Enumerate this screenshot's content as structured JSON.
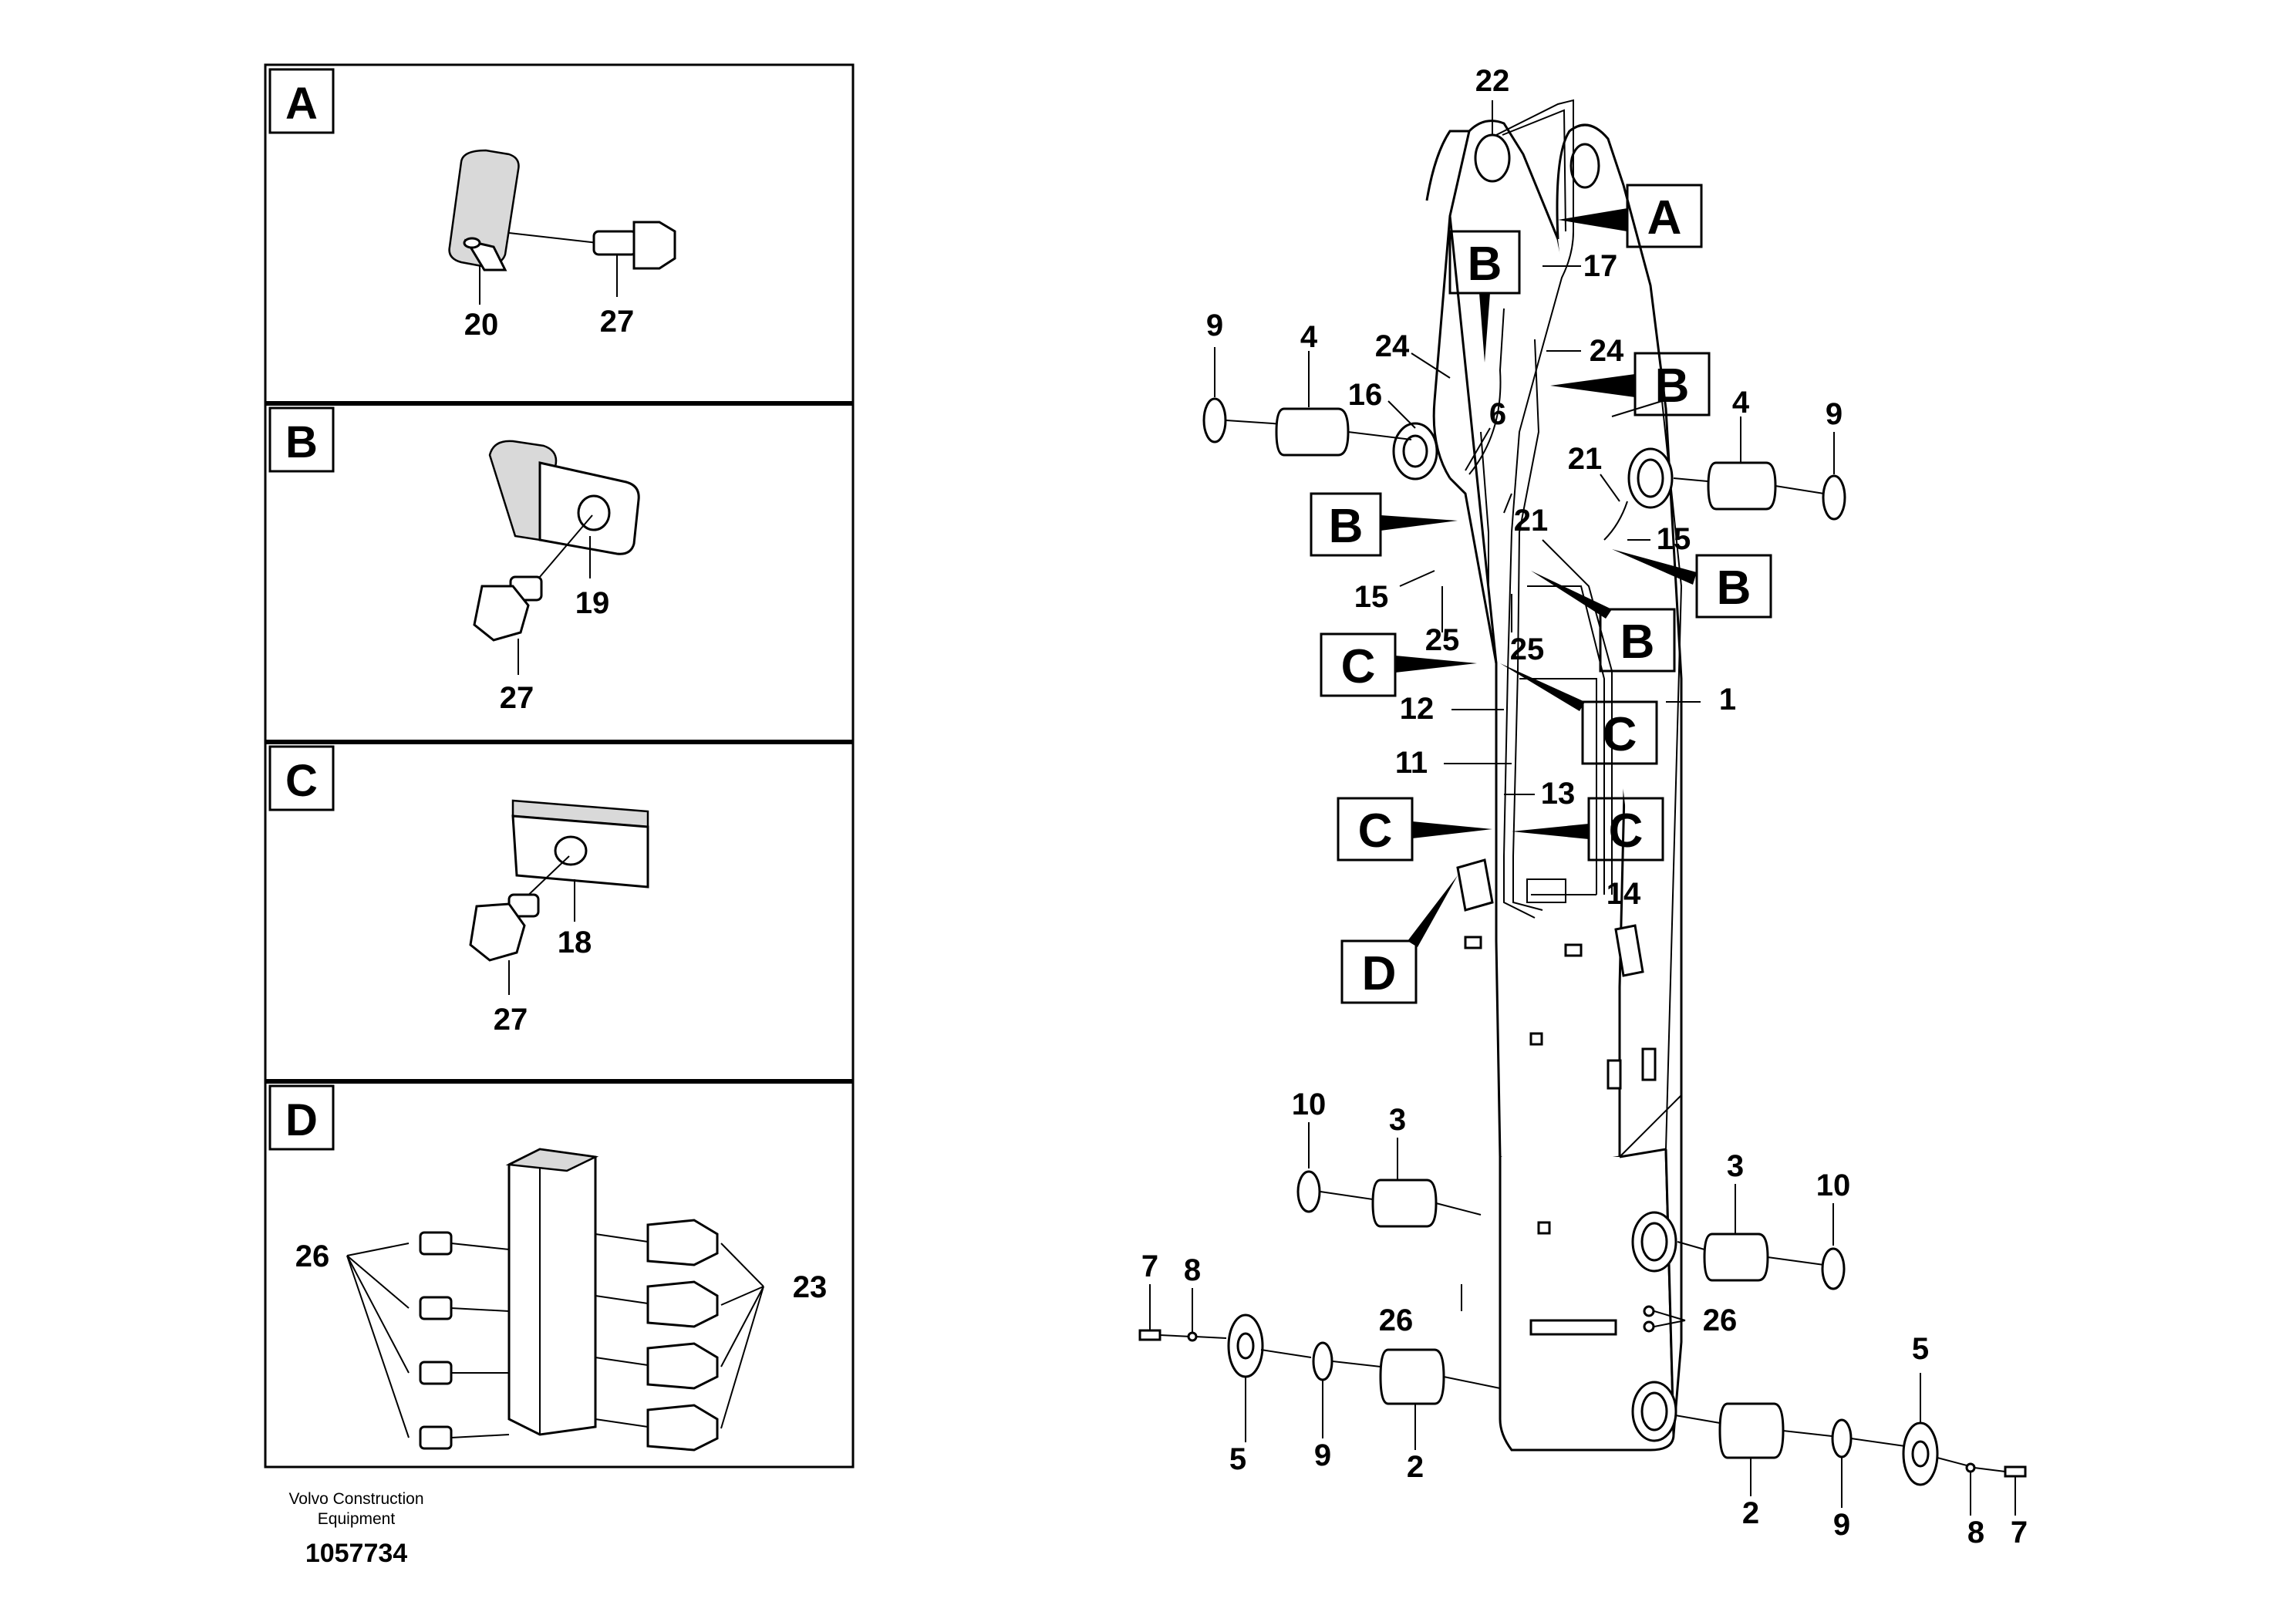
{
  "panels": [
    {
      "letter": "A",
      "callouts": [
        "20",
        "27"
      ]
    },
    {
      "letter": "B",
      "callouts": [
        "19",
        "27"
      ]
    },
    {
      "letter": "C",
      "callouts": [
        "18",
        "27"
      ]
    },
    {
      "letter": "D",
      "callouts": [
        "26",
        "23"
      ]
    }
  ],
  "footer": {
    "maker_line1": "Volvo Construction",
    "maker_line2": "Equipment",
    "drawing_number": "1057734"
  },
  "main": {
    "ref_boxes": {
      "A": "A",
      "B1": "B",
      "B2": "B",
      "B3": "B",
      "B4": "B",
      "B5": "B",
      "C1": "C",
      "C2": "C",
      "C3": "C",
      "C4": "C",
      "D": "D"
    },
    "callouts": {
      "c22": "22",
      "c17": "17",
      "c24a": "24",
      "c24b": "24",
      "c9a": "9",
      "c4a": "4",
      "c16": "16",
      "c6": "6",
      "c4b": "4",
      "c9b": "9",
      "c21a": "21",
      "c21b": "21",
      "c15a": "15",
      "c15b": "15",
      "c25a": "25",
      "c25b": "25",
      "c1": "1",
      "c12": "12",
      "c11": "11",
      "c13": "13",
      "c14": "14",
      "c10a": "10",
      "c3a": "3",
      "c3b": "3",
      "c10b": "10",
      "c7a": "7",
      "c8a": "8",
      "c26a": "26",
      "c26b": "26",
      "c5a": "5",
      "c9c": "9",
      "c2a": "2",
      "c5b": "5",
      "c2b": "2",
      "c9d": "9",
      "c8b": "8",
      "c7b": "7"
    }
  }
}
